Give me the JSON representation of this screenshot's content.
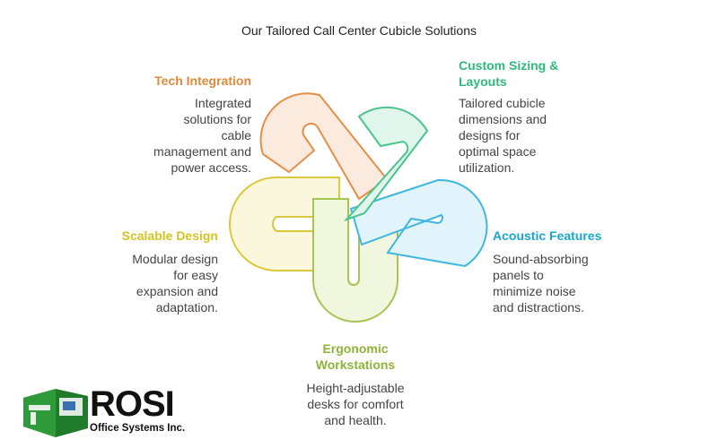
{
  "title": "Our Tailored Call Center Cubicle Solutions",
  "features": {
    "tech": {
      "heading": "Tech Integration",
      "description": [
        "Integrated",
        "solutions for",
        "cable",
        "management and",
        "power access."
      ],
      "color": "#e0893a"
    },
    "custom": {
      "heading": [
        "Custom Sizing &",
        "Layouts"
      ],
      "description": [
        "Tailored cubicle",
        "dimensions and",
        "designs for",
        "optimal space",
        "utilization."
      ],
      "color": "#2fb97c"
    },
    "acoustic": {
      "heading": "Acoustic Features",
      "description": [
        "Sound-absorbing",
        "panels to",
        "minimize noise",
        "and distractions."
      ],
      "color": "#1aa6cf"
    },
    "ergonomic": {
      "heading": [
        "Ergonomic",
        "Workstations"
      ],
      "description": [
        "Height-adjustable",
        "desks for comfort",
        "and health."
      ],
      "color": "#8fb33a"
    },
    "scalable": {
      "heading": "Scalable Design",
      "description": [
        "Modular design",
        "for easy",
        "expansion and",
        "adaptation."
      ],
      "color": "#d8c21f"
    }
  },
  "logo": {
    "name": "ROSI",
    "subtitle": "Office Systems Inc."
  }
}
